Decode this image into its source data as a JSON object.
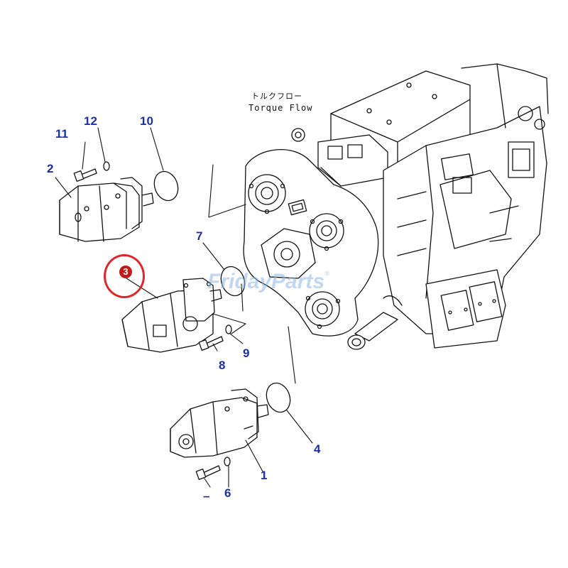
{
  "diagram": {
    "flow_label_jp": "トルクフロー",
    "flow_label_en": "Torque Flow",
    "callouts": {
      "c1": "1",
      "c2": "2",
      "c3": "3",
      "c4": "4",
      "c6": "6",
      "c7": "7",
      "c8": "8",
      "c9": "9",
      "c10": "10",
      "c11": "11",
      "c12": "12",
      "c_dash": "–"
    },
    "watermark": "FridayParts",
    "colors": {
      "callout": "#1a2fa8",
      "highlight": "#e0262b",
      "linework": "#111111",
      "watermark": "#8fb8e6"
    }
  }
}
